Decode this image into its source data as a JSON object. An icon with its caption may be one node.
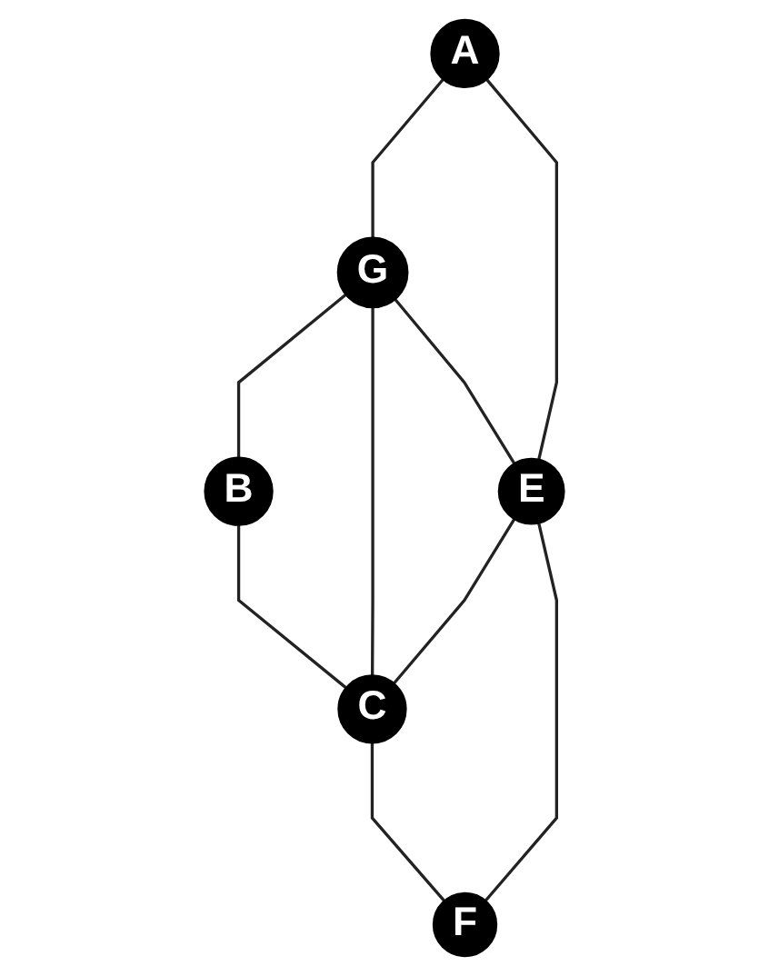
{
  "diagram": {
    "nodes": [
      {
        "text": [
          "B"
        ]
      },
      {
        "text": [
          "G"
        ]
      },
      {
        "text": [
          "A"
        ]
      },
      {
        "text": [
          "C"
        ]
      },
      {
        "text": [
          "E"
        ]
      },
      {
        "text": [
          "F"
        ]
      }
    ],
    "edges": [
      {
        "from": 1,
        "to": 0,
        "arrow": "none"
      },
      {
        "from": 0,
        "to": 3,
        "arrow": "none"
      },
      {
        "from": 2,
        "to": 1,
        "arrow": "none"
      },
      {
        "from": 1,
        "to": 3,
        "arrow": "none"
      },
      {
        "from": 1,
        "to": 4,
        "arrow": "none"
      },
      {
        "from": 2,
        "to": 4,
        "arrow": "none"
      },
      {
        "from": 4,
        "to": 3,
        "arrow": "none"
      },
      {
        "from": 4,
        "to": 5,
        "arrow": "none"
      },
      {
        "from": 3,
        "to": 5,
        "arrow": "none"
      }
    ]
  }
}
